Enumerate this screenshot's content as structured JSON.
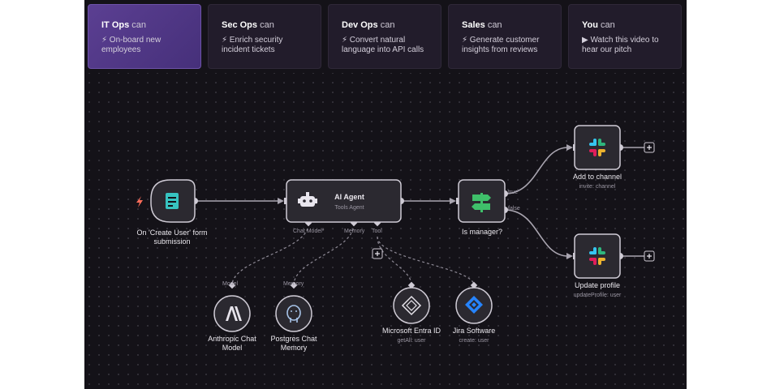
{
  "tabs": [
    {
      "team": "IT Ops",
      "suffix": "can",
      "desc": "⚡ On-board new employees",
      "active": true
    },
    {
      "team": "Sec Ops",
      "suffix": "can",
      "desc": "⚡ Enrich security incident tickets",
      "active": false
    },
    {
      "team": "Dev Ops",
      "suffix": "can",
      "desc": "⚡ Convert natural language into API calls",
      "active": false
    },
    {
      "team": "Sales",
      "suffix": "can",
      "desc": "⚡ Generate customer insights from reviews",
      "active": false
    },
    {
      "team": "You",
      "suffix": "can",
      "desc": "▶ Watch this video to hear our pitch",
      "active": false
    }
  ],
  "nodes": {
    "trigger": {
      "label": "On 'Create User' form submission",
      "icon": "form-icon"
    },
    "agent": {
      "title": "AI Agent",
      "subtitle": "Tools Agent",
      "icon": "robot-icon",
      "ports": {
        "chat_model": "Chat Model*",
        "memory": "Memory",
        "tool": "Tool"
      }
    },
    "if": {
      "label": "Is manager?",
      "icon": "signpost-icon",
      "true_label": "true",
      "false_label": "false"
    },
    "add_channel": {
      "label": "Add to channel",
      "sub": "invite: channel",
      "icon": "slack-icon"
    },
    "update_profile": {
      "label": "Update profile",
      "sub": "updateProfile: user",
      "icon": "slack-icon"
    },
    "anthropic": {
      "label": "Anthropic Chat Model",
      "port": "Model",
      "icon": "anthropic-icon"
    },
    "postgres": {
      "label": "Postgres Chat Memory",
      "port": "Memory",
      "icon": "postgres-icon"
    },
    "entra": {
      "label": "Microsoft Entra ID",
      "sub": "getAll: user",
      "icon": "entra-icon"
    },
    "jira": {
      "label": "Jira Software",
      "sub": "create: user",
      "icon": "jira-icon"
    }
  },
  "colors": {
    "background": "#141218",
    "node_bg": "#2b2930",
    "node_border": "#cfcbd5",
    "edge": "#a9a5b0",
    "tab_active": "#5b3f92",
    "form_icon": "#37c3c0",
    "if_icon": "#3fbf6a",
    "jira": "#2684ff",
    "trigger_bolt": "#ff6d5a"
  }
}
